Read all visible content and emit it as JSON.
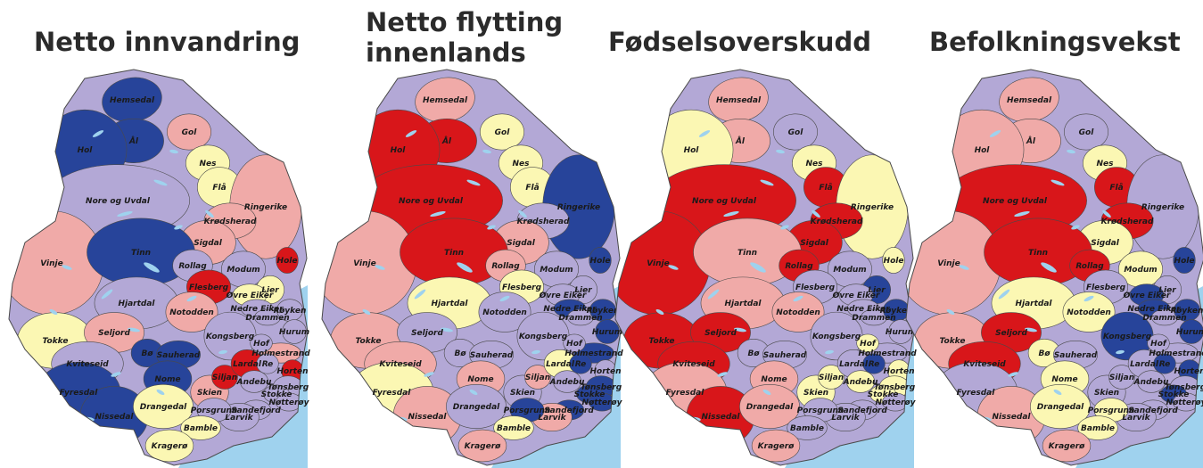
{
  "colors": {
    "blue": "#27449a",
    "lavender": "#b3a8d6",
    "pink": "#f0aaa8",
    "yellow": "#fbf7b3",
    "red": "#d8161a",
    "water": "#9fd2ee",
    "border": "#4a4a4a"
  },
  "panels": [
    {
      "title_lines": [
        "Netto innvandring"
      ],
      "fills": {
        "Hemsedal": "blue",
        "Ål": "blue",
        "Hol": "blue",
        "Gol": "pink",
        "Nes": "yellow",
        "Flå": "yellow",
        "Nore og Uvdal": "lavender",
        "Ringerike": "pink",
        "Krødsherad": "pink",
        "Sigdal": "pink",
        "Vinje": "pink",
        "Tinn": "blue",
        "Rollag": "lavender",
        "Modum": "lavender",
        "Flesberg": "red",
        "Hole": "red",
        "Lier": "yellow",
        "Øvre Eiker": "yellow",
        "Nedre Eiker": "lavender",
        "Drammen": "lavender",
        "Røyken": "lavender",
        "Hurum": "lavender",
        "Hjartdal": "lavender",
        "Notodden": "pink",
        "Kongsberg": "lavender",
        "Tokke": "yellow",
        "Seljord": "pink",
        "Kviteseid": "lavender",
        "Bø": "blue",
        "Sauherad": "blue",
        "Nome": "blue",
        "Fyresdal": "blue",
        "Nissedal": "blue",
        "Drangedal": "yellow",
        "Skien": "pink",
        "Siljan": "red",
        "Lardal": "red",
        "Holmestrand": "pink",
        "Hof": "lavender",
        "Re": "lavender",
        "Horten": "red",
        "Tønsberg": "lavender",
        "Andebu": "lavender",
        "Stokke": "lavender",
        "Sandefjord": "lavender",
        "Nøtterøy": "lavender",
        "Larvik": "lavender",
        "Porsgrunn": "lavender",
        "Bamble": "yellow",
        "Kragerø": "yellow"
      }
    },
    {
      "title_lines": [
        "Netto flytting",
        "innenlands"
      ],
      "fills": {
        "Hemsedal": "pink",
        "Ål": "red",
        "Hol": "red",
        "Gol": "yellow",
        "Nes": "yellow",
        "Flå": "yellow",
        "Nore og Uvdal": "red",
        "Ringerike": "blue",
        "Krødsherad": "lavender",
        "Sigdal": "pink",
        "Vinje": "pink",
        "Tinn": "red",
        "Rollag": "pink",
        "Modum": "lavender",
        "Flesberg": "yellow",
        "Hole": "blue",
        "Lier": "lavender",
        "Øvre Eiker": "lavender",
        "Nedre Eiker": "blue",
        "Drammen": "lavender",
        "Røyken": "blue",
        "Hurum": "blue",
        "Hjartdal": "yellow",
        "Notodden": "lavender",
        "Kongsberg": "lavender",
        "Tokke": "pink",
        "Seljord": "lavender",
        "Kviteseid": "pink",
        "Bø": "lavender",
        "Sauherad": "lavender",
        "Nome": "pink",
        "Fyresdal": "yellow",
        "Nissedal": "pink",
        "Drangedal": "lavender",
        "Skien": "lavender",
        "Siljan": "pink",
        "Lardal": "yellow",
        "Holmestrand": "blue",
        "Hof": "lavender",
        "Re": "blue",
        "Horten": "lavender",
        "Tønsberg": "blue",
        "Andebu": "lavender",
        "Stokke": "blue",
        "Sandefjord": "blue",
        "Nøtterøy": "blue",
        "Larvik": "pink",
        "Porsgrunn": "blue",
        "Bamble": "yellow",
        "Kragerø": "pink"
      }
    },
    {
      "title_lines": [
        "Fødselsoverskudd"
      ],
      "fills": {
        "Hemsedal": "pink",
        "Ål": "pink",
        "Hol": "yellow",
        "Gol": "lavender",
        "Nes": "yellow",
        "Flå": "red",
        "Nore og Uvdal": "red",
        "Ringerike": "yellow",
        "Krødsherad": "red",
        "Sigdal": "red",
        "Vinje": "red",
        "Tinn": "pink",
        "Rollag": "red",
        "Modum": "lavender",
        "Flesberg": "lavender",
        "Hole": "yellow",
        "Lier": "blue",
        "Øvre Eiker": "lavender",
        "Nedre Eiker": "lavender",
        "Drammen": "lavender",
        "Røyken": "blue",
        "Hurum": "lavender",
        "Hjartdal": "pink",
        "Notodden": "pink",
        "Kongsberg": "lavender",
        "Tokke": "red",
        "Seljord": "red",
        "Kviteseid": "red",
        "Bø": "lavender",
        "Sauherad": "lavender",
        "Nome": "pink",
        "Fyresdal": "pink",
        "Nissedal": "red",
        "Drangedal": "pink",
        "Skien": "yellow",
        "Siljan": "yellow",
        "Lardal": "lavender",
        "Holmestrand": "lavender",
        "Hof": "yellow",
        "Re": "blue",
        "Horten": "yellow",
        "Tønsberg": "yellow",
        "Andebu": "yellow",
        "Stokke": "yellow",
        "Sandefjord": "lavender",
        "Nøtterøy": "lavender",
        "Larvik": "lavender",
        "Porsgrunn": "lavender",
        "Bamble": "lavender",
        "Kragerø": "pink"
      }
    },
    {
      "title_lines": [
        "Befolkningsvekst"
      ],
      "fills": {
        "Hemsedal": "pink",
        "Ål": "pink",
        "Hol": "pink",
        "Gol": "lavender",
        "Nes": "yellow",
        "Flå": "red",
        "Nore og Uvdal": "red",
        "Ringerike": "lavender",
        "Krødsherad": "red",
        "Sigdal": "yellow",
        "Vinje": "pink",
        "Tinn": "red",
        "Rollag": "red",
        "Modum": "yellow",
        "Flesberg": "lavender",
        "Hole": "blue",
        "Lier": "lavender",
        "Øvre Eiker": "blue",
        "Nedre Eiker": "blue",
        "Drammen": "lavender",
        "Røyken": "blue",
        "Hurum": "blue",
        "Hjartdal": "yellow",
        "Notodden": "yellow",
        "Kongsberg": "blue",
        "Tokke": "pink",
        "Seljord": "red",
        "Kviteseid": "red",
        "Bø": "yellow",
        "Sauherad": "lavender",
        "Nome": "yellow",
        "Fyresdal": "lavender",
        "Nissedal": "pink",
        "Drangedal": "yellow",
        "Skien": "lavender",
        "Siljan": "lavender",
        "Lardal": "lavender",
        "Holmestrand": "lavender",
        "Hof": "lavender",
        "Re": "blue",
        "Horten": "blue",
        "Tønsberg": "lavender",
        "Andebu": "lavender",
        "Stokke": "blue",
        "Sandefjord": "lavender",
        "Nøtterøy": "lavender",
        "Larvik": "lavender",
        "Porsgrunn": "yellow",
        "Bamble": "yellow",
        "Kragerø": "pink"
      }
    }
  ]
}
